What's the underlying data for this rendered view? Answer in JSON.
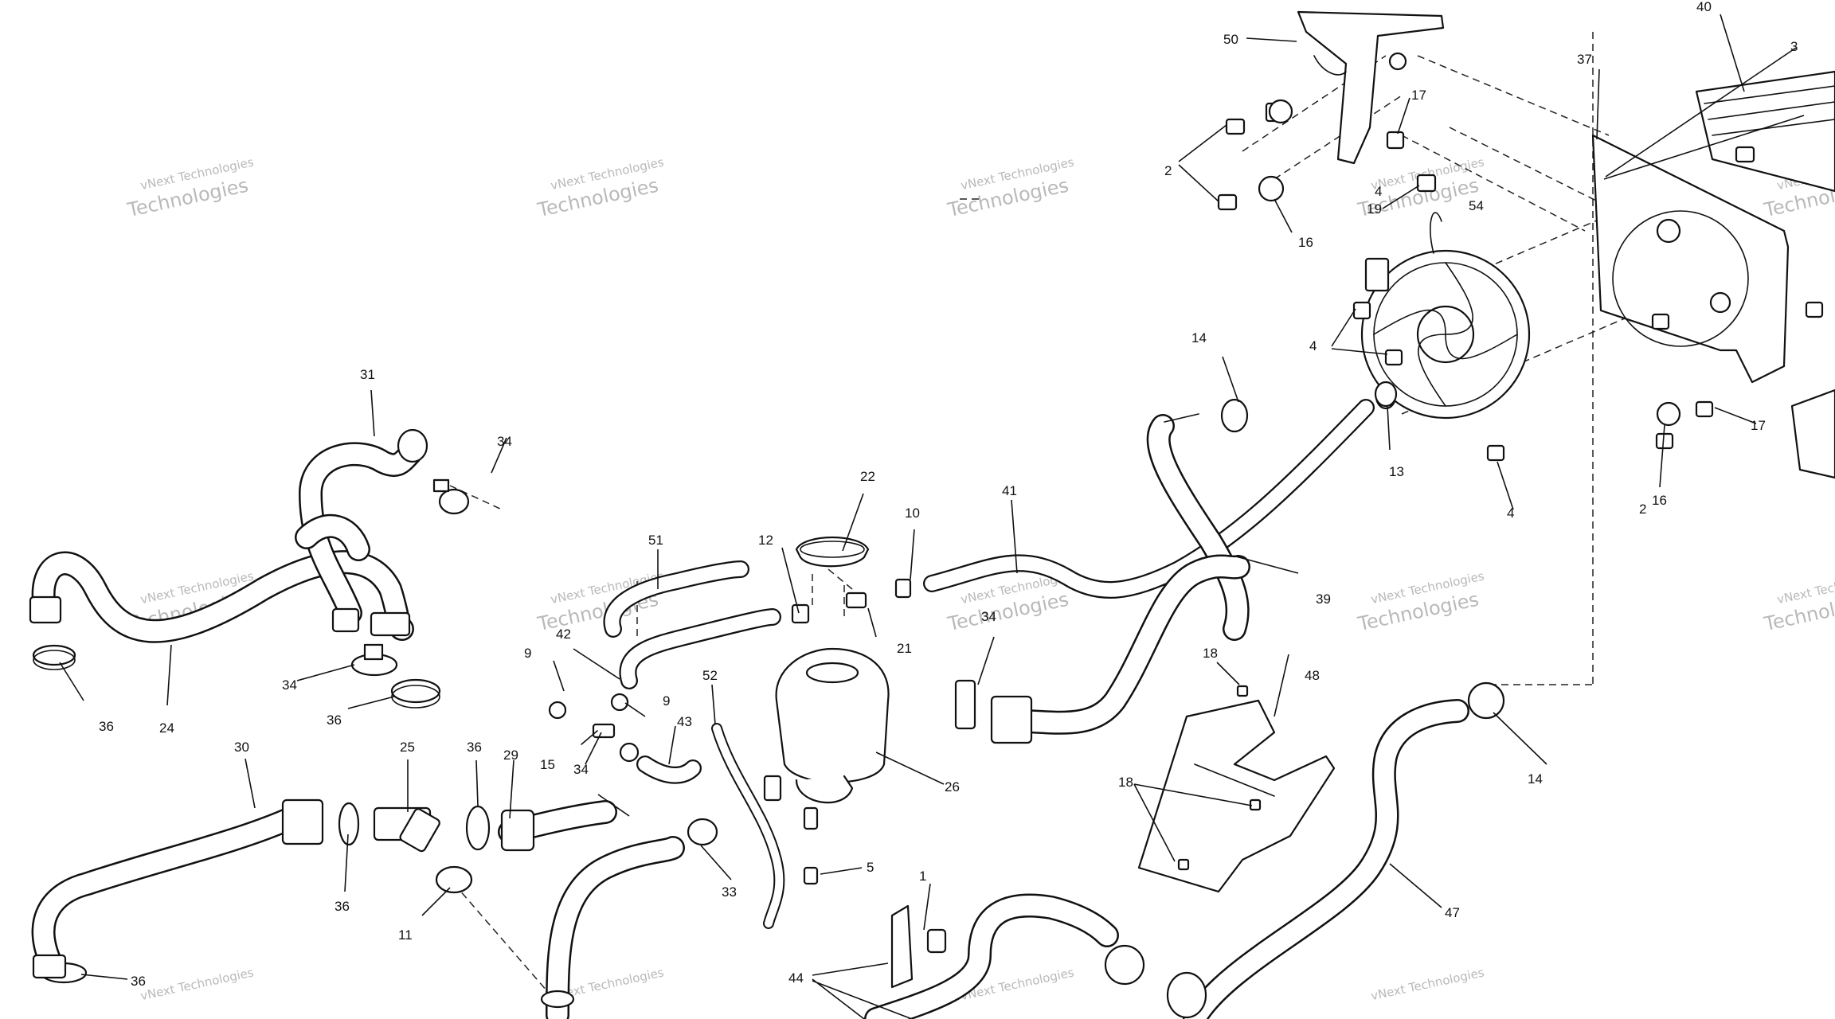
{
  "watermark": {
    "line1": "vNext Technologies",
    "line2": "Technologies",
    "line3": "vNext"
  },
  "callouts": [
    "1",
    "2",
    "2",
    "3",
    "4",
    "4",
    "4",
    "5",
    "9",
    "9",
    "10",
    "11",
    "12",
    "13",
    "14",
    "14",
    "15",
    "16",
    "16",
    "17",
    "17",
    "18",
    "18",
    "19",
    "21",
    "22",
    "24",
    "25",
    "26",
    "29",
    "30",
    "31",
    "33",
    "34",
    "34",
    "34",
    "34",
    "36",
    "36",
    "36",
    "36",
    "36",
    "37",
    "39",
    "40",
    "41",
    "42",
    "43",
    "44",
    "47",
    "48",
    "50",
    "51",
    "52",
    "54"
  ]
}
